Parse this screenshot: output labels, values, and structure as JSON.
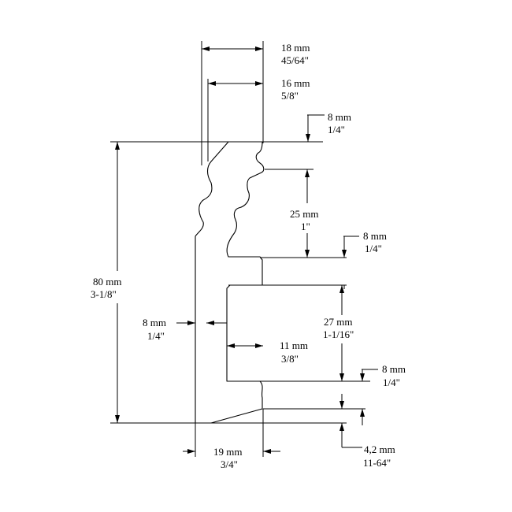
{
  "diagram": {
    "type": "molding-profile-dimension-drawing",
    "colors": {
      "line": "#000000",
      "background": "#ffffff"
    },
    "dimensions": {
      "top_width_outer": {
        "metric": "18 mm",
        "imperial": "45/64\""
      },
      "top_width_inner": {
        "metric": "16 mm",
        "imperial": "5/8\""
      },
      "top_step": {
        "metric": "8 mm",
        "imperial": "1/4\""
      },
      "upper_profile_height": {
        "metric": "25 mm",
        "imperial": "1\""
      },
      "upper_ledge": {
        "metric": "8 mm",
        "imperial": "1/4\""
      },
      "total_height": {
        "metric": "80 mm",
        "imperial": "3-1/8\""
      },
      "channel_depth": {
        "metric": "8 mm",
        "imperial": "1/4\""
      },
      "channel_height": {
        "metric": "27 mm",
        "imperial": "1-1/16\""
      },
      "channel_width": {
        "metric": "11 mm",
        "imperial": "3/8\""
      },
      "lower_ledge": {
        "metric": "8 mm",
        "imperial": "1/4\""
      },
      "base_width": {
        "metric": "19 mm",
        "imperial": "3/4\""
      },
      "base_step": {
        "metric": "4,2 mm",
        "imperial": "11-64\""
      }
    }
  }
}
